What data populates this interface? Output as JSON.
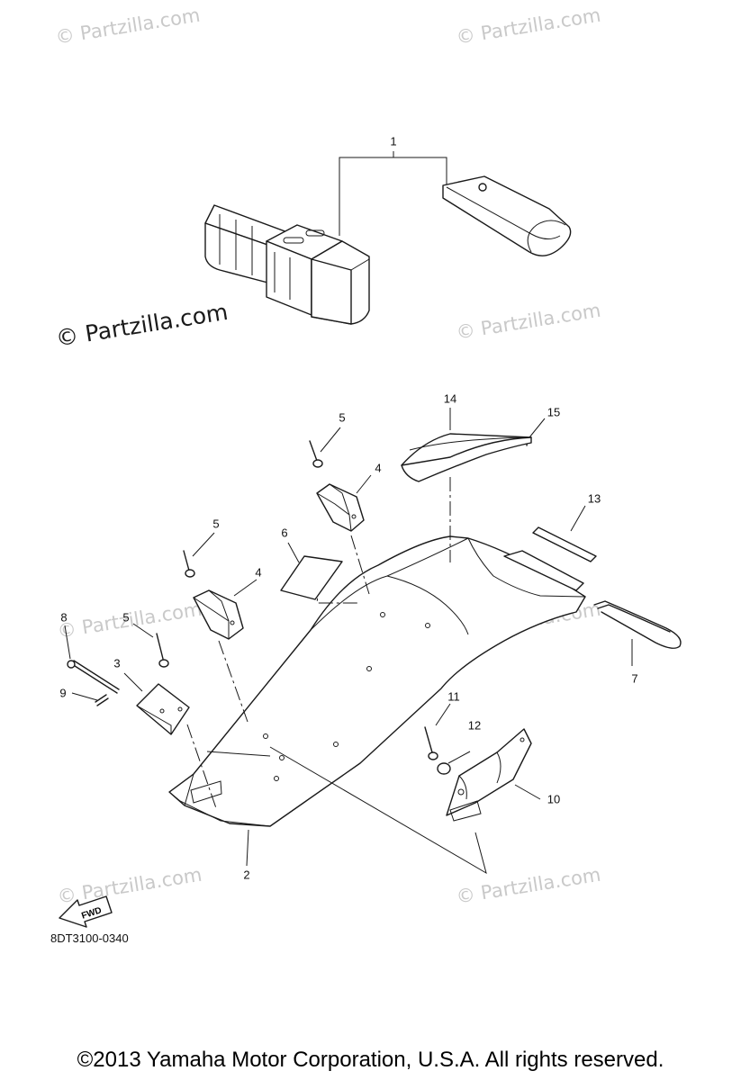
{
  "watermarks": {
    "text": "© Partzilla.com"
  },
  "callouts": {
    "c1": "1",
    "c2": "2",
    "c3": "3",
    "c4a": "4",
    "c4b": "4",
    "c5a": "5",
    "c5b": "5",
    "c5c": "5",
    "c6": "6",
    "c7": "7",
    "c8": "8",
    "c9": "9",
    "c10": "10",
    "c11": "11",
    "c12": "12",
    "c13": "13",
    "c14": "14",
    "c15": "15"
  },
  "fwd_label": "FWD",
  "diagram_code": "8DT3100-0340",
  "copyright": "©2013  Yamaha Motor Corporation, U.S.A. All rights reserved."
}
